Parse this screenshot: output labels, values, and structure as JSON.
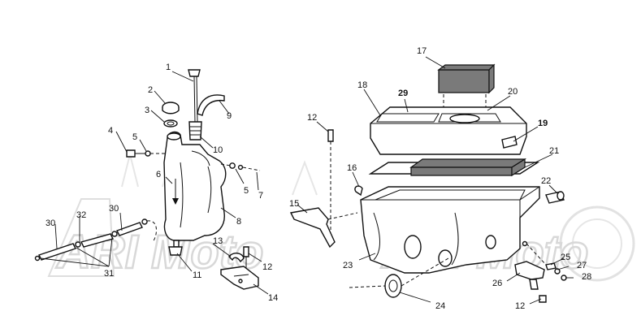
{
  "diagram": {
    "watermark_text": "ARI Moto",
    "callouts": [
      {
        "id": "c1",
        "label": "1"
      },
      {
        "id": "c2",
        "label": "2"
      },
      {
        "id": "c3",
        "label": "3"
      },
      {
        "id": "c4",
        "label": "4"
      },
      {
        "id": "c5a",
        "label": "5"
      },
      {
        "id": "c5b",
        "label": "5"
      },
      {
        "id": "c6",
        "label": "6"
      },
      {
        "id": "c7",
        "label": "7"
      },
      {
        "id": "c8",
        "label": "8"
      },
      {
        "id": "c9",
        "label": "9"
      },
      {
        "id": "c10",
        "label": "10"
      },
      {
        "id": "c11",
        "label": "11"
      },
      {
        "id": "c12a",
        "label": "12"
      },
      {
        "id": "c12b",
        "label": "12"
      },
      {
        "id": "c12c",
        "label": "12"
      },
      {
        "id": "c13",
        "label": "13"
      },
      {
        "id": "c14",
        "label": "14"
      },
      {
        "id": "c15",
        "label": "15"
      },
      {
        "id": "c16",
        "label": "16"
      },
      {
        "id": "c17",
        "label": "17"
      },
      {
        "id": "c18",
        "label": "18"
      },
      {
        "id": "c19",
        "label": "19"
      },
      {
        "id": "c20",
        "label": "20"
      },
      {
        "id": "c21",
        "label": "21"
      },
      {
        "id": "c22",
        "label": "22"
      },
      {
        "id": "c23",
        "label": "23"
      },
      {
        "id": "c24",
        "label": "24"
      },
      {
        "id": "c25",
        "label": "25"
      },
      {
        "id": "c26",
        "label": "26"
      },
      {
        "id": "c27",
        "label": "27"
      },
      {
        "id": "c28",
        "label": "28"
      },
      {
        "id": "c29",
        "label": "29"
      },
      {
        "id": "c30a",
        "label": "30"
      },
      {
        "id": "c30b",
        "label": "30"
      },
      {
        "id": "c31",
        "label": "31"
      },
      {
        "id": "c32",
        "label": "32"
      }
    ]
  }
}
